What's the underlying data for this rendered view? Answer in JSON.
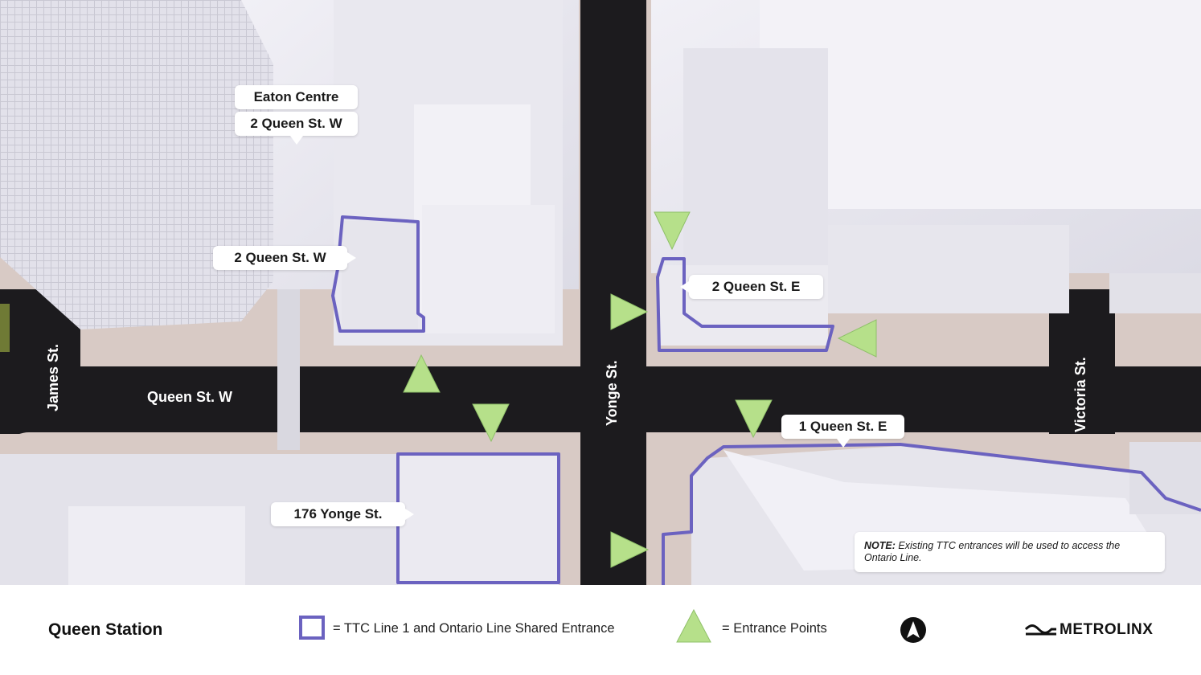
{
  "map": {
    "labels": {
      "eaton_centre": "Eaton Centre",
      "queen_w_upper": "2 Queen St. W",
      "queen_w_lower": "2 Queen St. W",
      "queen_e_2": "2 Queen St. E",
      "queen_e_1": "1 Queen St. E",
      "yonge_176": "176 Yonge St."
    },
    "streets": {
      "james": "James St.",
      "queen_w": "Queen St. W",
      "yonge": "Yonge St.",
      "victoria": "Victoria St."
    },
    "note": {
      "prefix": "NOTE:",
      "text": "Existing TTC entrances will be used to access the Ontario Line."
    },
    "colors": {
      "shared_entrance_outline": "#6b62c0",
      "entrance_marker": "#b6e08a",
      "road": "#1c1b1e",
      "sidewalk": "#d8cac5"
    }
  },
  "legend": {
    "station_name": "Queen Station",
    "shared_entrance": "= TTC Line 1 and Ontario Line Shared Entrance",
    "entrance_points": "= Entrance Points",
    "north_icon": "north-arrow-icon",
    "logo_text": "METROLINX"
  }
}
